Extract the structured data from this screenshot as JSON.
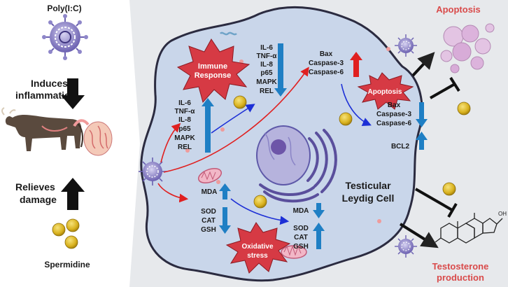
{
  "left_panel": {
    "agent": "Poly(I:C)",
    "step1": [
      "Induces",
      "inflammation"
    ],
    "step2": [
      "Relieves",
      "damage"
    ],
    "treatment": "Spermidine"
  },
  "cell": {
    "name": [
      "Testicular",
      "Leydig Cell"
    ],
    "immune_burst": [
      "Immune",
      "Response"
    ],
    "apoptosis_burst": "Apoptosis",
    "oxidative_burst": [
      "Oxidative",
      "stress"
    ],
    "inflam_up": [
      "IL-6",
      "TNF-α",
      "IL-8",
      "p65",
      "MAPK",
      "REL"
    ],
    "inflam_down": [
      "IL-6",
      "TNF-α",
      "IL-8",
      "p65",
      "MAPK",
      "REL"
    ],
    "apop_up": [
      "Bax",
      "Caspase-3",
      "Caspase-6"
    ],
    "apop_down": [
      "Bax",
      "Caspase-3",
      "Caspase-6"
    ],
    "bcl2": "BCL2",
    "mda_up": "MDA",
    "antiox_down": [
      "SOD",
      "CAT",
      "GSH"
    ],
    "mda_down": "MDA",
    "antiox_up": [
      "SOD",
      "CAT",
      "GSH"
    ]
  },
  "outcomes": {
    "apoptosis": "Apoptosis",
    "testosterone": [
      "Testosterone",
      "production"
    ]
  },
  "colors": {
    "cell_fill": "#c9d6ea",
    "cell_stroke": "#2b2b40",
    "background_panel": "#e7e9ec",
    "up_arrow_blue": "#1f7fc4",
    "down_arrow_red": "#e02020",
    "title_red": "#d94a4a",
    "burst_red": "#d63a44",
    "spermidine_gold": "#d9b21f",
    "virus_purple": "#6a5fb0"
  }
}
